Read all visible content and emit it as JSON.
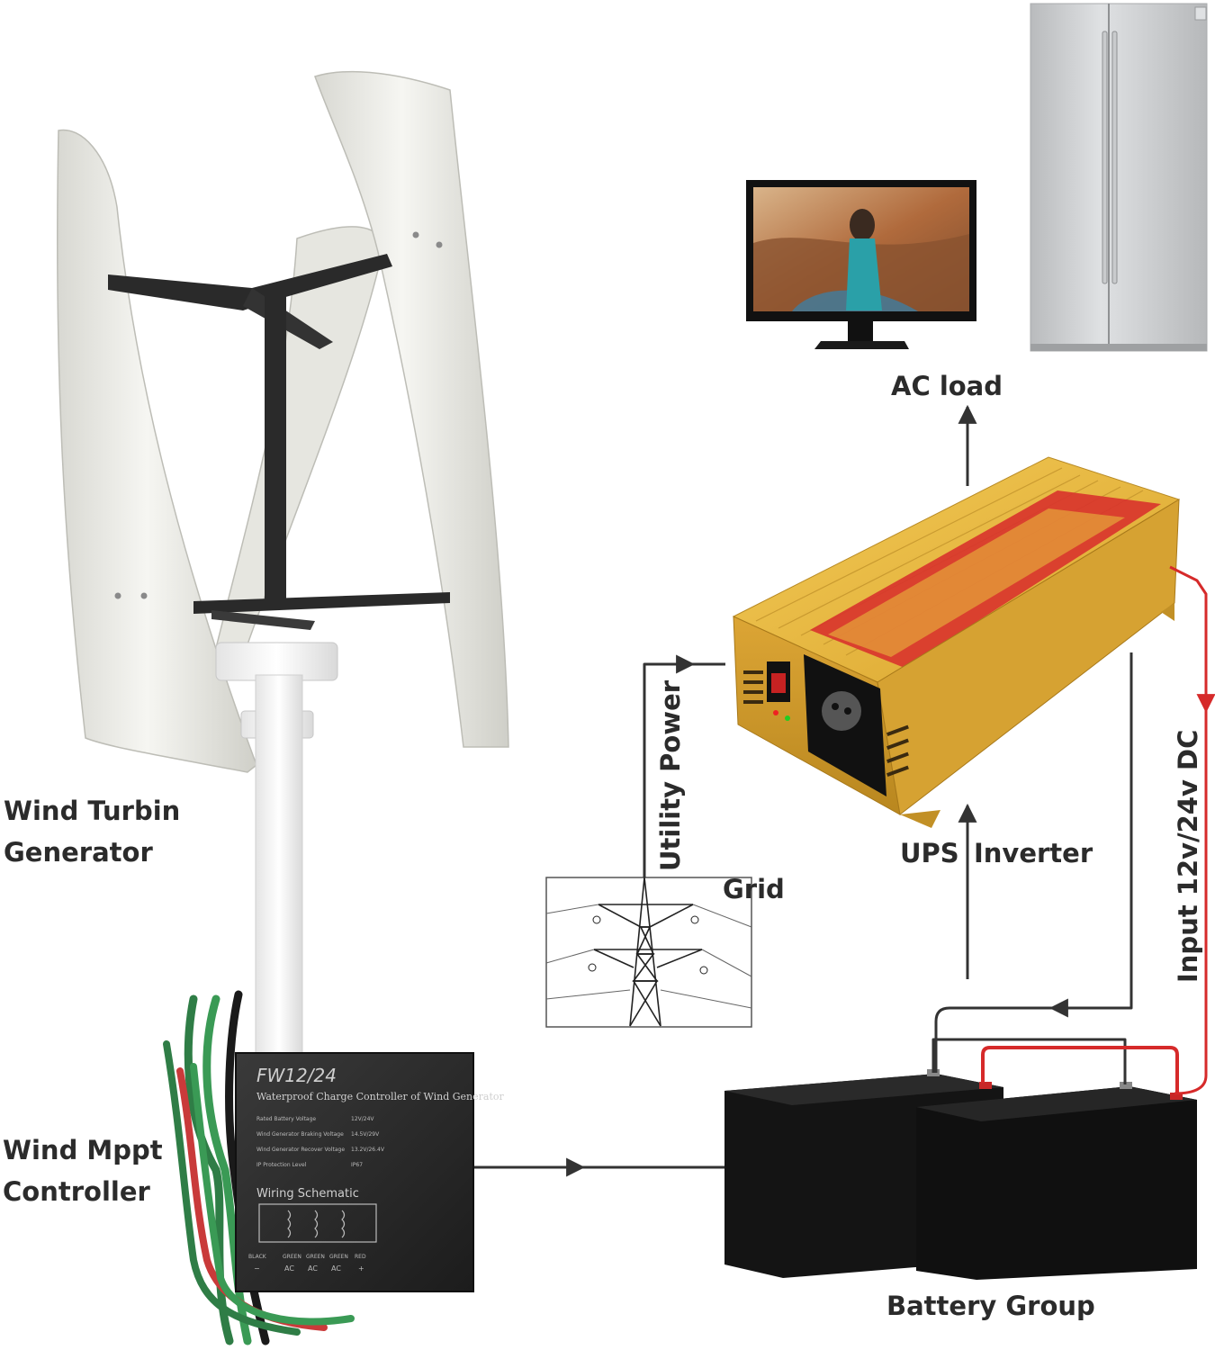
{
  "labels": {
    "wind_turbine": [
      "Wind Turbin",
      "Generator"
    ],
    "mppt_controller": [
      "Wind Mppt",
      "Controller"
    ],
    "ac_load": "AC load",
    "utility_power": "Utility Power",
    "grid": "Grid",
    "ups": "UPS",
    "inverter": "Inverter",
    "input_dc": "Input 12v/24v DC",
    "battery_group": "Battery Group"
  },
  "controller_panel": {
    "model": "FW12/24",
    "subtitle": "Waterproof Charge Controller of Wind Generator",
    "spec_rows": [
      {
        "name": "Rated Battery Voltage",
        "value": "12V/24V"
      },
      {
        "name": "Wind Generator Braking Voltage",
        "value": "14.5V/29V"
      },
      {
        "name": "Wind Generator Recover Voltage",
        "value": "13.2V/26.4V"
      },
      {
        "name": "IP Protection Level",
        "value": "IP67"
      }
    ],
    "schematic_title": "Wiring Schematic",
    "wire_labels": [
      "BLACK",
      "GREEN",
      "GREEN",
      "GREEN",
      "RED"
    ],
    "wire_symbols": [
      "−",
      "AC",
      "AC",
      "AC",
      "+"
    ]
  },
  "colors": {
    "arrow": "#333333",
    "dc_wire": "#d62a2a",
    "inverter_body": "#e2b23c",
    "battery": "#141414",
    "label_text": "#2b2b2b"
  }
}
